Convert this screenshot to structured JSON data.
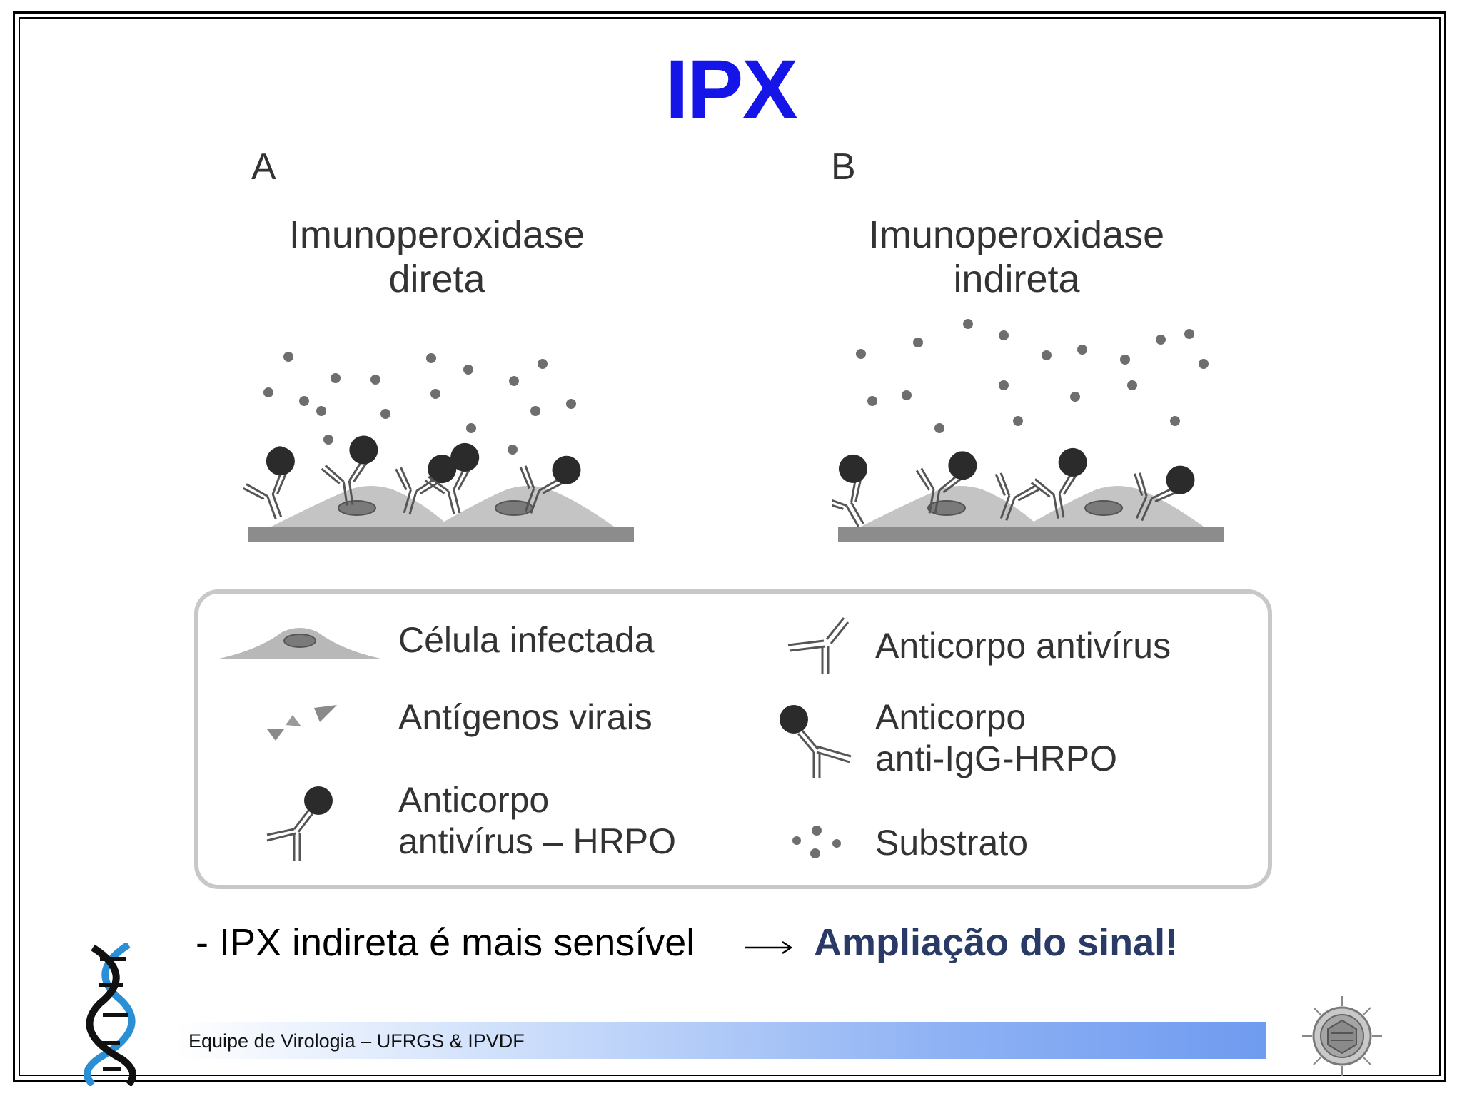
{
  "title": "IPX",
  "panels": [
    {
      "letter": "A",
      "caption_line1": "Imunoperoxidase",
      "caption_line2": "direta"
    },
    {
      "letter": "B",
      "caption_line1": "Imunoperoxidase",
      "caption_line2": "indireta"
    }
  ],
  "legend": {
    "infected_cell": "Célula infectada",
    "viral_antigens": "Antígenos virais",
    "antivirus_hrpo_line1": "Anticorpo",
    "antivirus_hrpo_line2": "antivírus – HRPO",
    "antivirus_antibody": "Anticorpo antivírus",
    "anti_igg_line1": "Anticorpo",
    "anti_igg_line2": "anti-IgG-HRPO",
    "substrate": "Substrato"
  },
  "conclusion": {
    "text": "- IPX indireta é mais sensível",
    "highlight": "Ampliação do sinal!"
  },
  "footer": {
    "text": "Equipe de Virologia – UFRGS & IPVDF"
  },
  "colors": {
    "title": "#1515e8",
    "highlight": "#2a3a66",
    "hrpo": "#2b2b2b",
    "substrate": "#6e6e6e",
    "base": "#8c8c8c"
  }
}
